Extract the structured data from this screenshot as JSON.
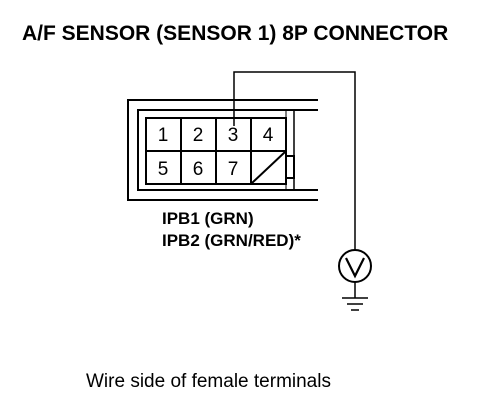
{
  "title": "A/F SENSOR (SENSOR 1) 8P CONNECTOR",
  "connector": {
    "pins_row1": [
      "1",
      "2",
      "3",
      "4"
    ],
    "pins_row2": [
      "5",
      "6",
      "7"
    ]
  },
  "wire_labels": {
    "line1": "IPB1 (GRN)",
    "line2": "IPB2 (GRN/RED)*"
  },
  "meter_symbol": "V",
  "caption": "Wire side of female terminals"
}
